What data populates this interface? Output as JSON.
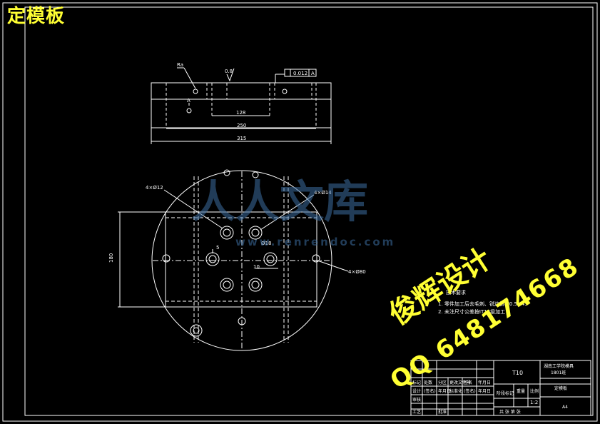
{
  "title": "定模板",
  "watermark": {
    "line1": "俊辉设计",
    "line2": "QQ 648174668",
    "site_text": "人人文库",
    "site_url": "www.renrendoc.com"
  },
  "front_view": {
    "surface_finish": "0.8",
    "tolerance_frame": "0.012",
    "tolerance_datum": "A",
    "datum_label": "A",
    "leader_note": "Ra",
    "dim_inner": "128",
    "dim_middle": "250",
    "dim_overall": "315"
  },
  "plan_view": {
    "callout_left": "4×Ø12",
    "callout_top": "4×Ø14",
    "callout_right": "4×Ø80",
    "dim_height": "180",
    "dim_small_a": "5",
    "dim_small_b": "Ø18",
    "dim_small_c": "10"
  },
  "tech_notes": {
    "heading": "技术要求",
    "line1": "1. 零件加工后去毛刺、锐边倒钝0.5×45°",
    "line2": "2. 未注尺寸公差按IT14级加工"
  },
  "title_block": {
    "material": "T10",
    "school": "湖南工学院模具",
    "school_line2": "1801班",
    "part_name": "定模板",
    "scale_label": "比例",
    "scale": "1:2",
    "weight_label": "重量",
    "stage_label": "阶段标记",
    "sheet": "A4",
    "rows": [
      [
        "标记",
        "处数",
        "分区",
        "更改文件号",
        "签名",
        "年月日"
      ],
      [
        "设计",
        "(签名)",
        "年月日",
        "标准化",
        "(签名)",
        "年月日"
      ],
      [
        "审核",
        "",
        "",
        "",
        "",
        ""
      ],
      [
        "工艺",
        "",
        "批准",
        "",
        "",
        ""
      ]
    ],
    "footer": "共 张 第 张"
  }
}
